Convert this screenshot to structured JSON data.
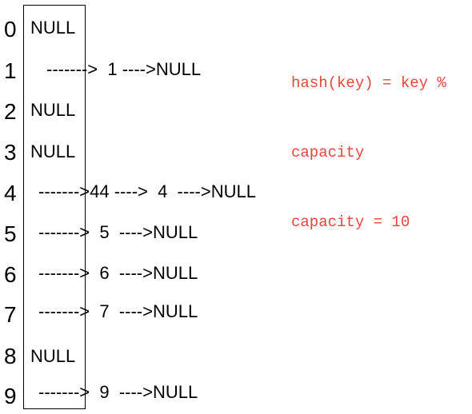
{
  "hash_table": {
    "indices": [
      "0",
      "1",
      "2",
      "3",
      "4",
      "5",
      "6",
      "7",
      "8",
      "9"
    ],
    "buckets": [
      {
        "cell": "NULL",
        "chain": ""
      },
      {
        "cell": "",
        "chain": "------->  1 ---->NULL"
      },
      {
        "cell": "NULL",
        "chain": ""
      },
      {
        "cell": "NULL",
        "chain": ""
      },
      {
        "cell": "",
        "chain": "------->44 ---->  4  ---->NULL"
      },
      {
        "cell": "",
        "chain": "------->  5  ---->NULL"
      },
      {
        "cell": "",
        "chain": "------->  6  ---->NULL"
      },
      {
        "cell": "",
        "chain": "------->  7  ---->NULL"
      },
      {
        "cell": "NULL",
        "chain": ""
      },
      {
        "cell": "",
        "chain": "------->  9  ---->NULL"
      }
    ]
  },
  "note": {
    "line1": "hash(key) = key %",
    "line2": "capacity",
    "line3": "capacity = 10",
    "color": "#e8453c"
  }
}
